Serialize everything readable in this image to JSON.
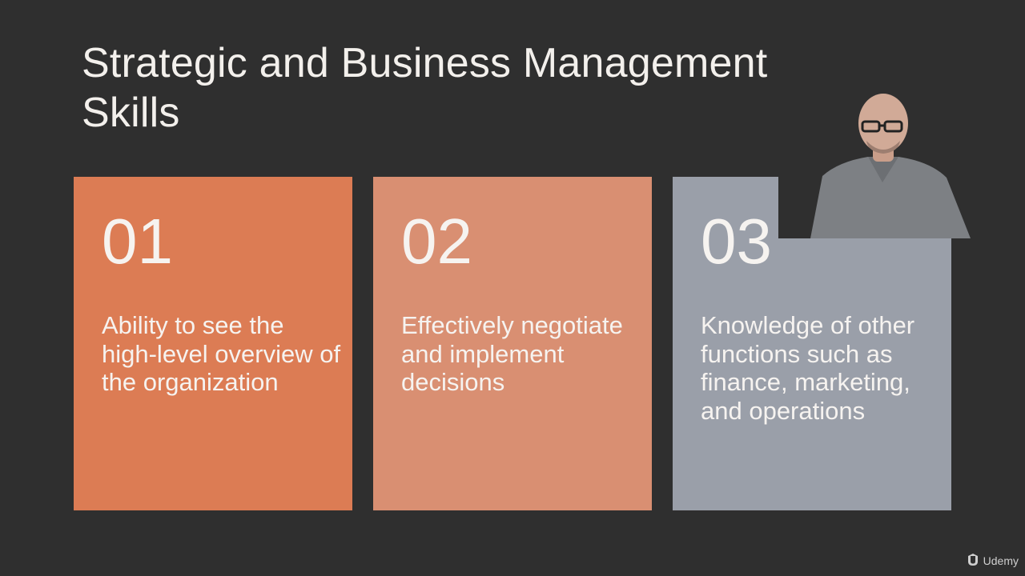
{
  "slide": {
    "title_line1": "Strategic and Business Management",
    "title_line2": "Skills"
  },
  "cards": [
    {
      "number": "01",
      "text": "Ability to see the high-level overview of the organization",
      "color": "#dc7c54"
    },
    {
      "number": "02",
      "text": "Effectively negotiate and implement decisions",
      "color": "#d98f72"
    },
    {
      "number": "03",
      "text": "Knowledge of other functions such as finance, marketing, and operations",
      "color": "#9a9fa9"
    }
  ],
  "branding": {
    "logo_text": "Udemy",
    "logo_icon": "udemy-logo-icon"
  },
  "presenter": {
    "icon": "presenter-video-cutout"
  }
}
